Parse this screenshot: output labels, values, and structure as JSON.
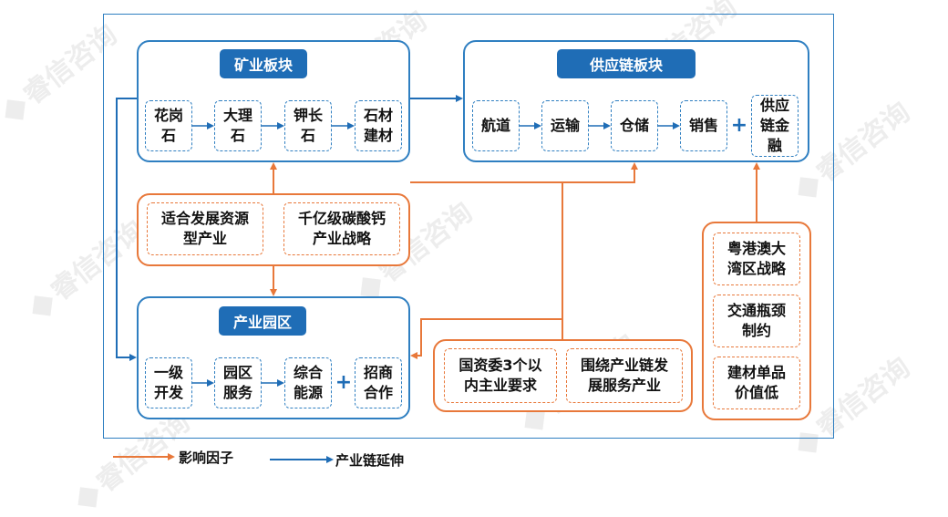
{
  "mining": {
    "title": "矿业板块",
    "items": [
      "花岗\n石",
      "大理\n石",
      "钾长\n石",
      "石材\n建材"
    ]
  },
  "supply": {
    "title": "供应链板块",
    "items": [
      "航道",
      "运输",
      "仓储",
      "销售"
    ],
    "plus": "+",
    "finance": "供应\n链金\n融"
  },
  "factors_left": [
    "适合发展资源\n型产业",
    "千亿级碳酸钙\n产业战略"
  ],
  "park": {
    "title": "产业园区",
    "items": [
      "一级\n开发",
      "园区\n服务",
      "综合\n能源"
    ],
    "plus": "+",
    "extra": "招商\n合作"
  },
  "factors_mid": [
    "国资委3个以\n内主业要求",
    "围绕产业链发\n展服务产业"
  ],
  "factors_right": [
    "粤港澳大\n湾区战略",
    "交通瓶颈\n制约",
    "建材单品\n价值低"
  ],
  "legend": {
    "influence": "影响因子",
    "extension": "产业链延伸",
    "influence_color": "#e8783a",
    "extension_color": "#1f6db6"
  },
  "watermark": "睿信咨询"
}
